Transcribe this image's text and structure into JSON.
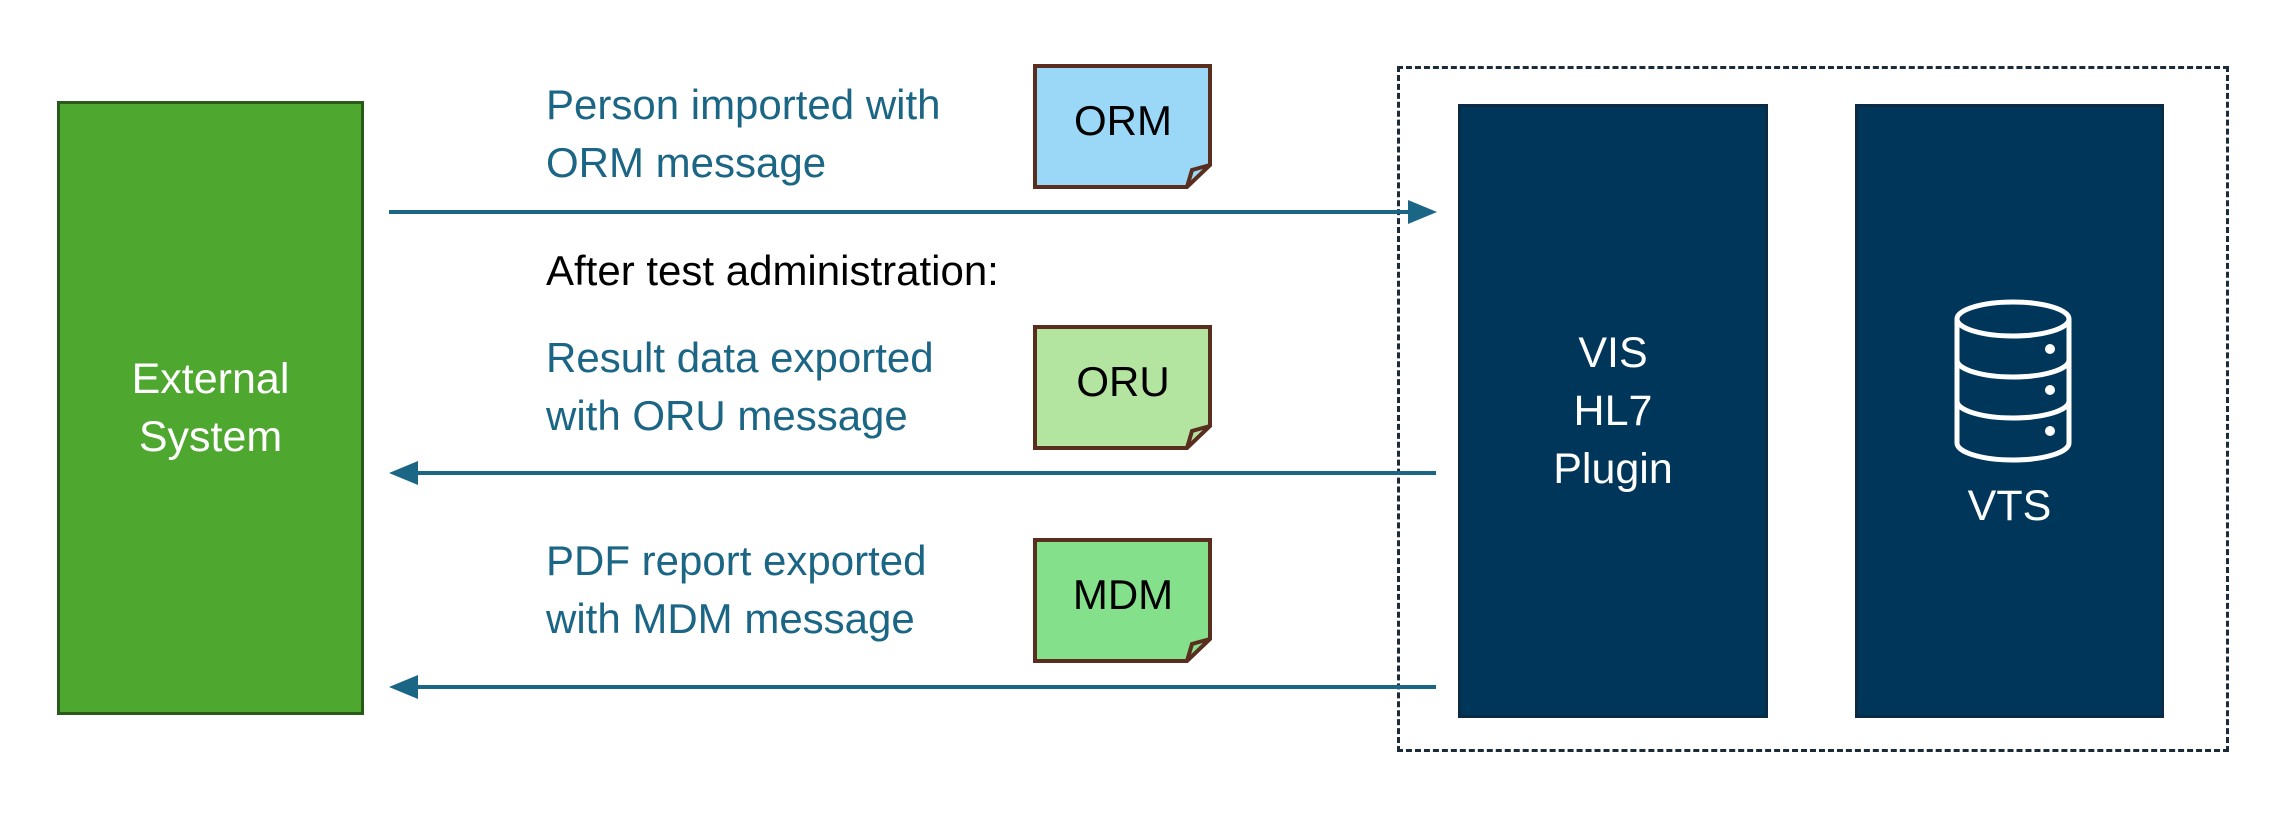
{
  "external_system": {
    "lines": [
      "External",
      "System"
    ],
    "color": "#4ea72e"
  },
  "vis_plugin": {
    "lines": [
      "VIS",
      "HL7",
      "Plugin"
    ],
    "color": "#01365b"
  },
  "vts": {
    "label": "VTS",
    "icon": "database-icon",
    "color": "#01365b"
  },
  "messages": {
    "orm": {
      "description": [
        "Person imported with",
        "ORM message"
      ],
      "badge": "ORM",
      "badge_color": "#9bd7f7"
    },
    "after_note": "After test administration:",
    "oru": {
      "description": [
        "Result data exported",
        "with ORU message"
      ],
      "badge": "ORU",
      "badge_color": "#b3e5a1"
    },
    "mdm": {
      "description": [
        "PDF report exported",
        "with MDM message"
      ],
      "badge": "MDM",
      "badge_color": "#84e08b"
    }
  },
  "arrow_color": "#1b6585"
}
